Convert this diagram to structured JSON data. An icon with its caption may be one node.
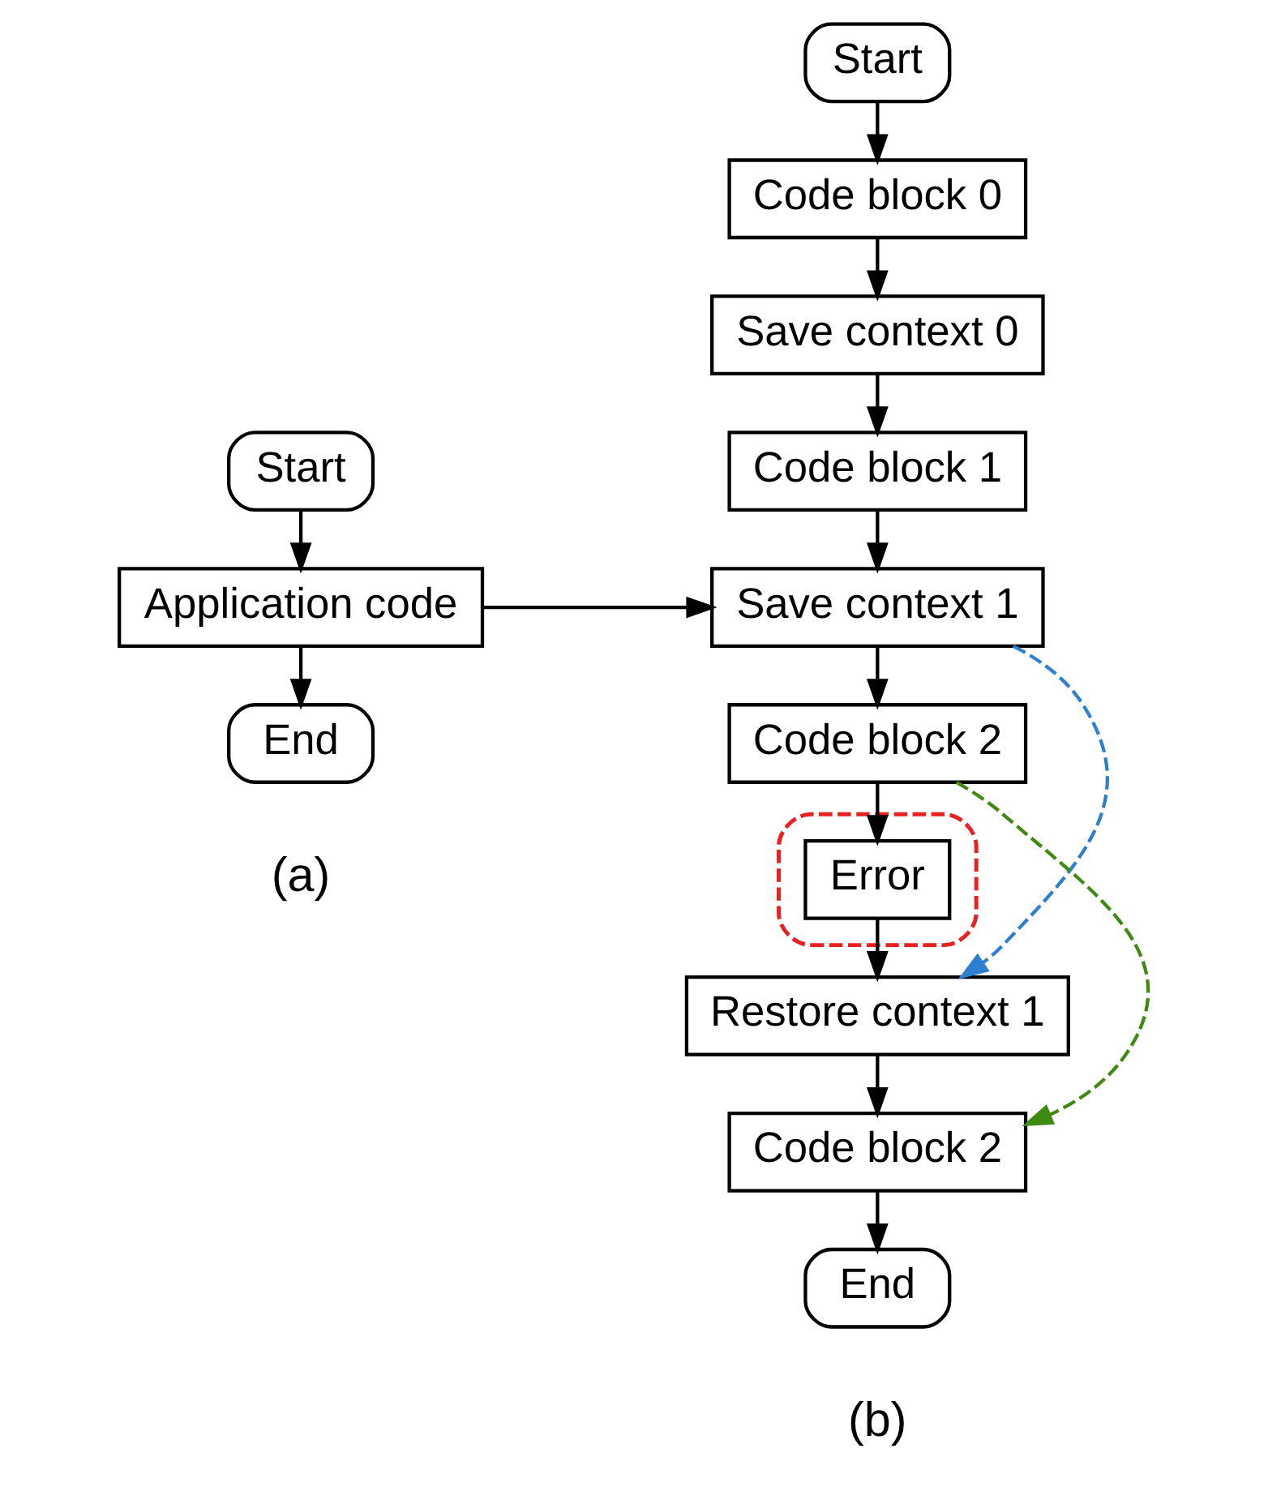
{
  "diagram": {
    "nodes": [
      {
        "text": [
          "Start"
        ]
      },
      {
        "text": [
          "Application code"
        ]
      },
      {
        "text": [
          "End"
        ]
      },
      {
        "text": [
          "Start"
        ]
      },
      {
        "text": [
          "Code block 0"
        ]
      },
      {
        "text": [
          "Save context 0"
        ]
      },
      {
        "text": [
          "Code block 1"
        ]
      },
      {
        "text": [
          "Save context 1"
        ]
      },
      {
        "text": [
          "Code block 2"
        ]
      },
      {
        "text": [],
        "shape": "box"
      },
      {
        "text": [
          "Error"
        ],
        "in": 9
      },
      {
        "text": [
          "Restore context 1"
        ]
      },
      {
        "text": [
          "Code block 2"
        ]
      },
      {
        "text": [
          "End"
        ]
      }
    ],
    "edges": [
      {
        "from": 0,
        "to": 1,
        "arrow": "to"
      },
      {
        "from": 1,
        "to": 2,
        "arrow": "to"
      },
      {
        "from": 1,
        "to": 7,
        "arrow": "to"
      },
      {
        "from": 3,
        "to": 4,
        "arrow": "to"
      },
      {
        "from": 4,
        "to": 5,
        "arrow": "to"
      },
      {
        "from": 5,
        "to": 6,
        "arrow": "to"
      },
      {
        "from": 6,
        "to": 7,
        "arrow": "to"
      },
      {
        "from": 7,
        "to": 8,
        "arrow": "to"
      },
      {
        "from": 8,
        "to": 10,
        "arrow": "to"
      },
      {
        "from": 10,
        "to": 11,
        "arrow": "to"
      },
      {
        "from": 11,
        "to": 12,
        "arrow": "to"
      },
      {
        "from": 12,
        "to": 13,
        "arrow": "to"
      },
      {
        "from": 7,
        "to": 11,
        "arrow": "to",
        "style": "dashed",
        "color": "#2f7fd0"
      },
      {
        "from": 8,
        "to": 12,
        "arrow": "to",
        "style": "dashed",
        "color": "#3f8a10"
      }
    ],
    "labels": [
      "(a)",
      "(b)"
    ]
  }
}
